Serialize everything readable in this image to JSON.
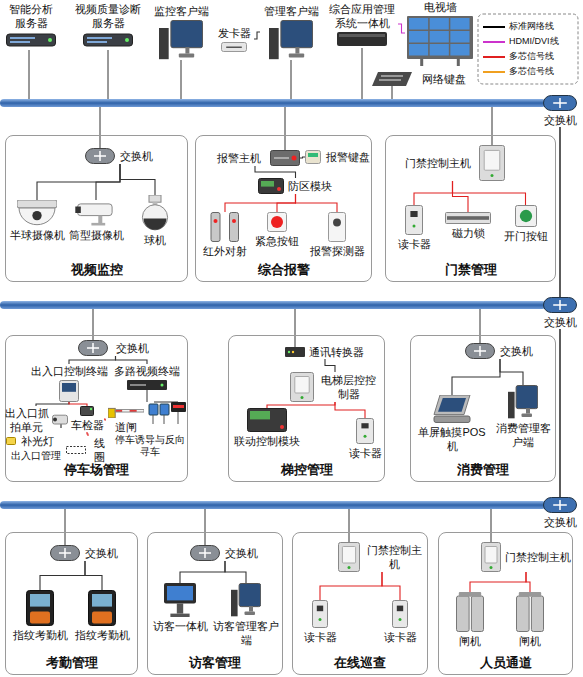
{
  "diagram": {
    "nodes": [
      {
        "text": [
          "智能分析服务器"
        ]
      },
      {
        "text": [
          "视频质量诊断服务器"
        ]
      },
      {
        "text": [
          "监控客户端"
        ]
      },
      {
        "text": [
          "发卡器"
        ]
      },
      {
        "text": [
          "管理客户端"
        ]
      },
      {
        "text": [
          "综合应用管理系统一体机"
        ]
      },
      {
        "text": [
          "电视墙"
        ]
      },
      {
        "text": [
          "网络键盘"
        ]
      },
      {
        "text": [
          "交换机"
        ]
      },
      {
        "text": [
          "视频监控"
        ]
      },
      {
        "text": [
          "交换机"
        ],
        "in": 9
      },
      {
        "text": [
          "半球摄像机"
        ],
        "in": 9
      },
      {
        "text": [
          "筒型摄像机"
        ],
        "in": 9
      },
      {
        "text": [
          "球机"
        ],
        "in": 9
      },
      {
        "text": [
          "综合报警"
        ]
      },
      {
        "text": [
          "报警主机"
        ],
        "in": 14
      },
      {
        "text": [
          "报警键盘"
        ],
        "in": 14
      },
      {
        "text": [
          "防区模块"
        ],
        "in": 14
      },
      {
        "text": [
          "红外对射"
        ],
        "in": 14
      },
      {
        "text": [
          "紧急按钮"
        ],
        "in": 14
      },
      {
        "text": [
          "报警探测器"
        ],
        "in": 14
      },
      {
        "text": [
          "门禁管理"
        ]
      },
      {
        "text": [
          "门禁控制主机"
        ],
        "in": 21
      },
      {
        "text": [
          "读卡器"
        ],
        "in": 21
      },
      {
        "text": [
          "磁力锁"
        ],
        "in": 21
      },
      {
        "text": [
          "开门按钮"
        ],
        "in": 21
      },
      {
        "text": [
          "交换机"
        ]
      },
      {
        "text": [
          "停车场管理"
        ]
      },
      {
        "text": [
          "交换机"
        ],
        "in": 27
      },
      {
        "text": [
          "出入口控制终端"
        ],
        "in": 27
      },
      {
        "text": [
          "多路视频终端"
        ],
        "in": 27
      },
      {
        "text": [
          "出入口抓拍单元"
        ],
        "in": 27
      },
      {
        "text": [
          "补光灯"
        ],
        "in": 27
      },
      {
        "text": [
          "车检器"
        ],
        "in": 27
      },
      {
        "text": [
          "道闸"
        ],
        "in": 27
      },
      {
        "text": [
          "线圈"
        ],
        "in": 27
      },
      {
        "text": [
          "梯控管理"
        ]
      },
      {
        "text": [
          "通讯转换器"
        ],
        "in": 36
      },
      {
        "text": [
          "电梯层控控制器"
        ],
        "in": 36
      },
      {
        "text": [
          "联动控制模块"
        ],
        "in": 36
      },
      {
        "text": [
          "读卡器"
        ],
        "in": 36
      },
      {
        "text": [
          "消费管理"
        ]
      },
      {
        "text": [
          "交换机"
        ],
        "in": 41
      },
      {
        "text": [
          "单屏触摸POS机"
        ],
        "in": 41
      },
      {
        "text": [
          "消费管理客户端"
        ],
        "in": 41
      },
      {
        "text": [
          "交换机"
        ]
      },
      {
        "text": [
          "考勤管理"
        ]
      },
      {
        "text": [
          "交换机"
        ],
        "in": 46
      },
      {
        "text": [
          "指纹考勤机"
        ],
        "in": 46
      },
      {
        "text": [
          "指纹考勤机"
        ],
        "in": 46
      },
      {
        "text": [
          "访客管理"
        ]
      },
      {
        "text": [
          "交换机"
        ],
        "in": 50
      },
      {
        "text": [
          "访客一体机"
        ],
        "in": 50
      },
      {
        "text": [
          "访客管理客户端"
        ],
        "in": 50
      },
      {
        "text": [
          "在线巡查"
        ]
      },
      {
        "text": [
          "门禁控制主机"
        ],
        "in": 54
      },
      {
        "text": [
          "读卡器"
        ],
        "in": 54
      },
      {
        "text": [
          "读卡器"
        ],
        "in": 54
      },
      {
        "text": [
          "人员通道"
        ]
      },
      {
        "text": [
          "门禁控制主机"
        ],
        "in": 58
      },
      {
        "text": [
          "闸机"
        ],
        "in": 58
      },
      {
        "text": [
          "闸机"
        ],
        "in": 58
      }
    ],
    "edges": [
      {
        "from": 3,
        "to": 4,
        "arrow": "none"
      },
      {
        "from": 5,
        "to": 6,
        "arrow": "none"
      },
      {
        "from": 8,
        "to": 26,
        "arrow": "none"
      },
      {
        "from": 26,
        "to": 45,
        "arrow": "none"
      },
      {
        "from": 10,
        "to": 11,
        "arrow": "none"
      },
      {
        "from": 10,
        "to": 12,
        "arrow": "none"
      },
      {
        "from": 10,
        "to": 13,
        "arrow": "none"
      },
      {
        "from": 15,
        "to": 16,
        "arrow": "none"
      },
      {
        "from": 15,
        "to": 17,
        "arrow": "none"
      },
      {
        "from": 17,
        "to": 18,
        "arrow": "none"
      },
      {
        "from": 17,
        "to": 19,
        "arrow": "none"
      },
      {
        "from": 17,
        "to": 20,
        "arrow": "none"
      },
      {
        "from": 22,
        "to": 23,
        "arrow": "none"
      },
      {
        "from": 22,
        "to": 24,
        "arrow": "none"
      },
      {
        "from": 22,
        "to": 25,
        "arrow": "none"
      },
      {
        "from": 28,
        "to": 29,
        "arrow": "none"
      },
      {
        "from": 28,
        "to": 30,
        "arrow": "none"
      },
      {
        "from": 29,
        "to": 31,
        "arrow": "none"
      },
      {
        "from": 29,
        "to": 33,
        "arrow": "none"
      },
      {
        "from": 33,
        "to": 34,
        "arrow": "none"
      },
      {
        "from": 33,
        "to": 35,
        "arrow": "none"
      },
      {
        "from": 37,
        "to": 38,
        "arrow": "none"
      },
      {
        "from": 38,
        "to": 39,
        "arrow": "none"
      },
      {
        "from": 38,
        "to": 40,
        "arrow": "none"
      },
      {
        "from": 42,
        "to": 43,
        "arrow": "none"
      },
      {
        "from": 42,
        "to": 44,
        "arrow": "none"
      },
      {
        "from": 47,
        "to": 48,
        "arrow": "none"
      },
      {
        "from": 47,
        "to": 49,
        "arrow": "none"
      },
      {
        "from": 51,
        "to": 52,
        "arrow": "none"
      },
      {
        "from": 51,
        "to": 53,
        "arrow": "none"
      },
      {
        "from": 55,
        "to": 56,
        "arrow": "none"
      },
      {
        "from": 55,
        "to": 57,
        "arrow": "none"
      },
      {
        "from": 59,
        "to": 60,
        "arrow": "none"
      },
      {
        "from": 59,
        "to": 61,
        "arrow": "none"
      }
    ],
    "labels": [
      "出入口管理",
      "停车诱导与反向寻车"
    ],
    "legend": [
      {
        "text": "标准网络线",
        "color": "#000000"
      },
      {
        "text": "HDMI/DVI线",
        "color": "#cc33cc"
      },
      {
        "text": "多芯信号线",
        "color": "#e02020"
      },
      {
        "text": "多芯信号线",
        "color": "#f0a020"
      }
    ]
  }
}
